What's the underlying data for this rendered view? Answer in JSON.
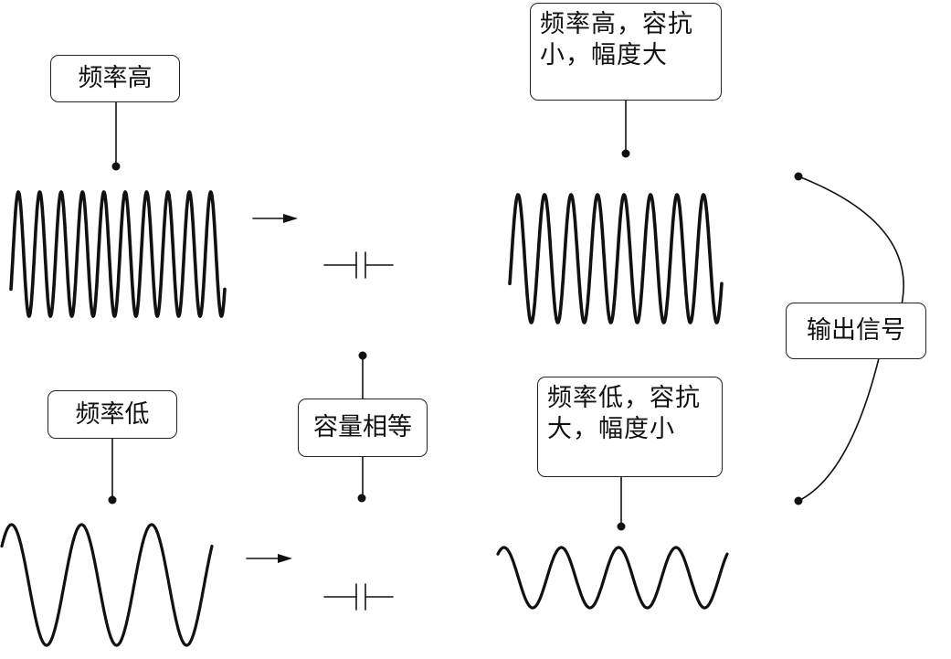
{
  "labels": {
    "high_frequency": "频率高",
    "low_frequency": "频率低",
    "equal_capacitance": "容量相等",
    "output_signal": "输出信号",
    "high_result_line1": "频率高，容抗",
    "high_result_line2": "小，幅度大",
    "low_result_line1": "频率低，容抗",
    "low_result_line2": "大，幅度小"
  },
  "waves": {
    "input_high_cycles": 10,
    "input_low_cycles": 3,
    "output_high_cycles": 8,
    "output_low_cycles": 4
  },
  "colors": {
    "line": "#111111",
    "box_border": "#222222"
  }
}
